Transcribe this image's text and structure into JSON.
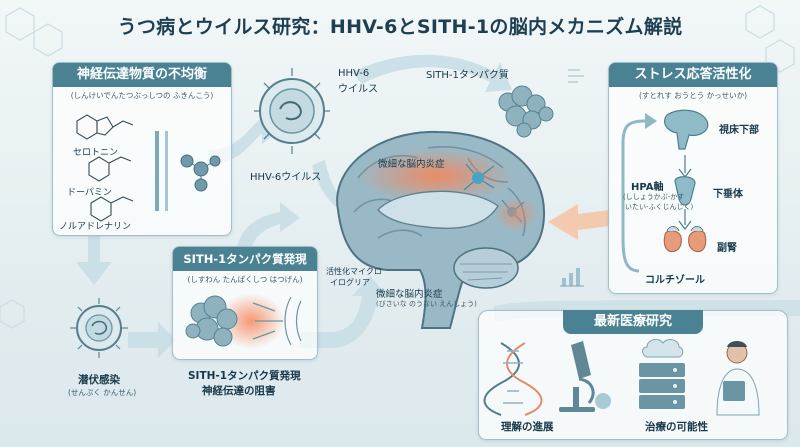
{
  "title": "うつ病とウイルス研究：HHV-6とSITH-1の脳内メカニズム解説",
  "neuro_panel": {
    "title": "神経伝達物質の不均衡",
    "reading": "(しんけいでんたつぶっしつの ふきんこう)",
    "items": [
      "セロトニン",
      "ドーパミン",
      "ノルアドレナリン"
    ]
  },
  "virus": {
    "label_top_1": "HHV-6",
    "label_top_2": "ウイルス",
    "label_bottom": "HHV-6ウイルス"
  },
  "sith_protein": {
    "label": "SITH-1タンパク質"
  },
  "brain": {
    "inflammation_top": "微細な脳内炎症",
    "microglia_1": "活性化マイクロ",
    "microglia_2": "イログリア",
    "inflammation_bottom": "微細な脳内炎症",
    "inflammation_bottom_reading": "(びさいな のうない えんしょう)"
  },
  "stress_panel": {
    "title": "ストレス応答活性化",
    "reading": "(すとれす おうとう かっせいか)",
    "hypothalamus": "視床下部",
    "hpa_axis": "HPA軸",
    "hpa_reading_1": "(ししょうかぶ-かす",
    "hpa_reading_2": "いたい-ふくじんじく)",
    "pituitary": "下垂体",
    "adrenal": "副腎",
    "cortisol": "コルチゾール"
  },
  "sith_panel": {
    "title": "SITH-1タンパク質発現",
    "reading": "(しすわん たんぱくしつ はつげん)"
  },
  "latent": {
    "label": "潜伏感染",
    "reading": "(せんぷく かんせん)"
  },
  "disruption": {
    "line1": "SITH-1タンパク質発現",
    "line2": "神経伝達の阻害"
  },
  "research_panel": {
    "title": "最新医療研究",
    "item_1": "理解の進展",
    "item_2": "治療の可能性"
  },
  "colors": {
    "title": "#1e3f52",
    "panel_head": "#4a8294",
    "accent_orange": "#f08a52",
    "arrow": "#b6d3dc"
  }
}
